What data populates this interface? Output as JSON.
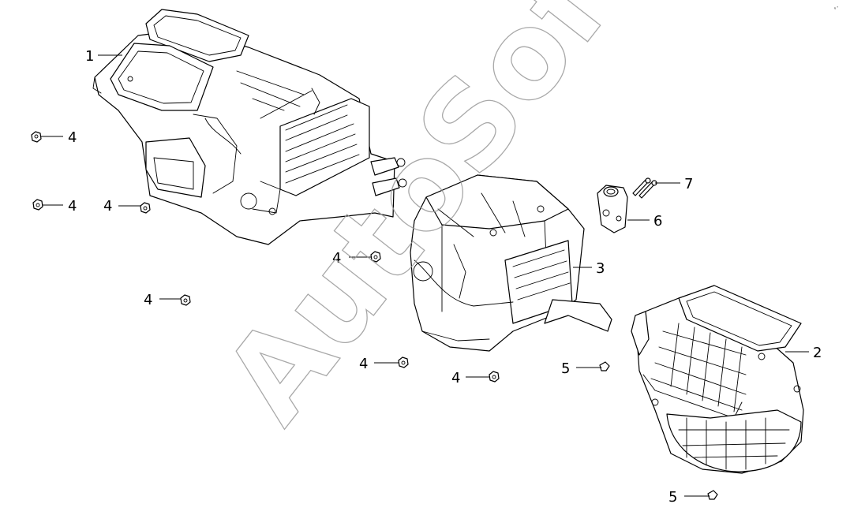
{
  "callouts": {
    "c1": "1",
    "c2": "2",
    "c3": "3",
    "c4a": "4",
    "c4b": "4",
    "c4c": "4",
    "c4d": "4",
    "c4e": "4",
    "c4f": "4",
    "c4g": "4",
    "c5a": "5",
    "c5b": "5",
    "c6": "6",
    "c7": "7"
  },
  "watermark": "AutoSoft",
  "corner_mark": "⁰⁺",
  "colors": {
    "line": "#000000",
    "background": "#ffffff",
    "watermark": "#9a9a9a"
  }
}
